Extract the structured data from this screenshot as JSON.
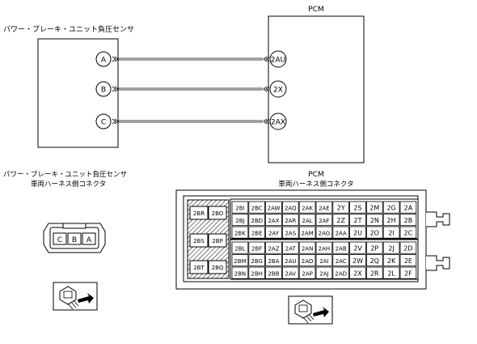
{
  "title": "パワー・ブレーキ・ユニット負圧センサとPCMの配線図",
  "sensor": {
    "label": "パワー・ブレーキ・ユニット負圧センサ",
    "terminals": [
      "A",
      "B",
      "C"
    ]
  },
  "pcm": {
    "label": "PCM",
    "terminals": [
      "2AU",
      "2X",
      "2AX"
    ]
  },
  "sensor_connector": {
    "label_line1": "パワー・ブレーキ・ユニット負圧センサ",
    "label_line2": "車両ハーネス側コネクタ",
    "pins": [
      "C",
      "B",
      "A"
    ]
  },
  "pcm_connector": {
    "label_line1": "PCM",
    "label_line2": "車両ハーネス側コネクタ",
    "left_block": [
      [
        "2BR",
        "2BO"
      ],
      [
        "2BS",
        "2BP"
      ],
      [
        "2BT",
        "2BQ"
      ]
    ],
    "rows": [
      [
        "2BI",
        "2BC",
        "2AW",
        "2AQ",
        "2AK",
        "2AE",
        "2Y",
        "2S",
        "2M",
        "2G",
        "2A"
      ],
      [
        "2BJ",
        "2BD",
        "2AX",
        "2AR",
        "2AL",
        "2AF",
        "2Z",
        "2T",
        "2N",
        "2H",
        "2B"
      ],
      [
        "2BK",
        "2BE",
        "2AY",
        "2AS",
        "2AM",
        "2AG",
        "2AA",
        "2U",
        "2O",
        "2I",
        "2C"
      ],
      [
        "2BL",
        "2BF",
        "2AZ",
        "2AT",
        "2AN",
        "2AH",
        "2AB",
        "2V",
        "2P",
        "2J",
        "2D"
      ],
      [
        "2BM",
        "2BG",
        "2BA",
        "2AU",
        "2AO",
        "2AI",
        "2AC",
        "2W",
        "2Q",
        "2K",
        "2E"
      ],
      [
        "2BN",
        "2BH",
        "2BB",
        "2AV",
        "2AP",
        "2AJ",
        "2AD",
        "2X",
        "2R",
        "2L",
        "2F"
      ]
    ]
  }
}
